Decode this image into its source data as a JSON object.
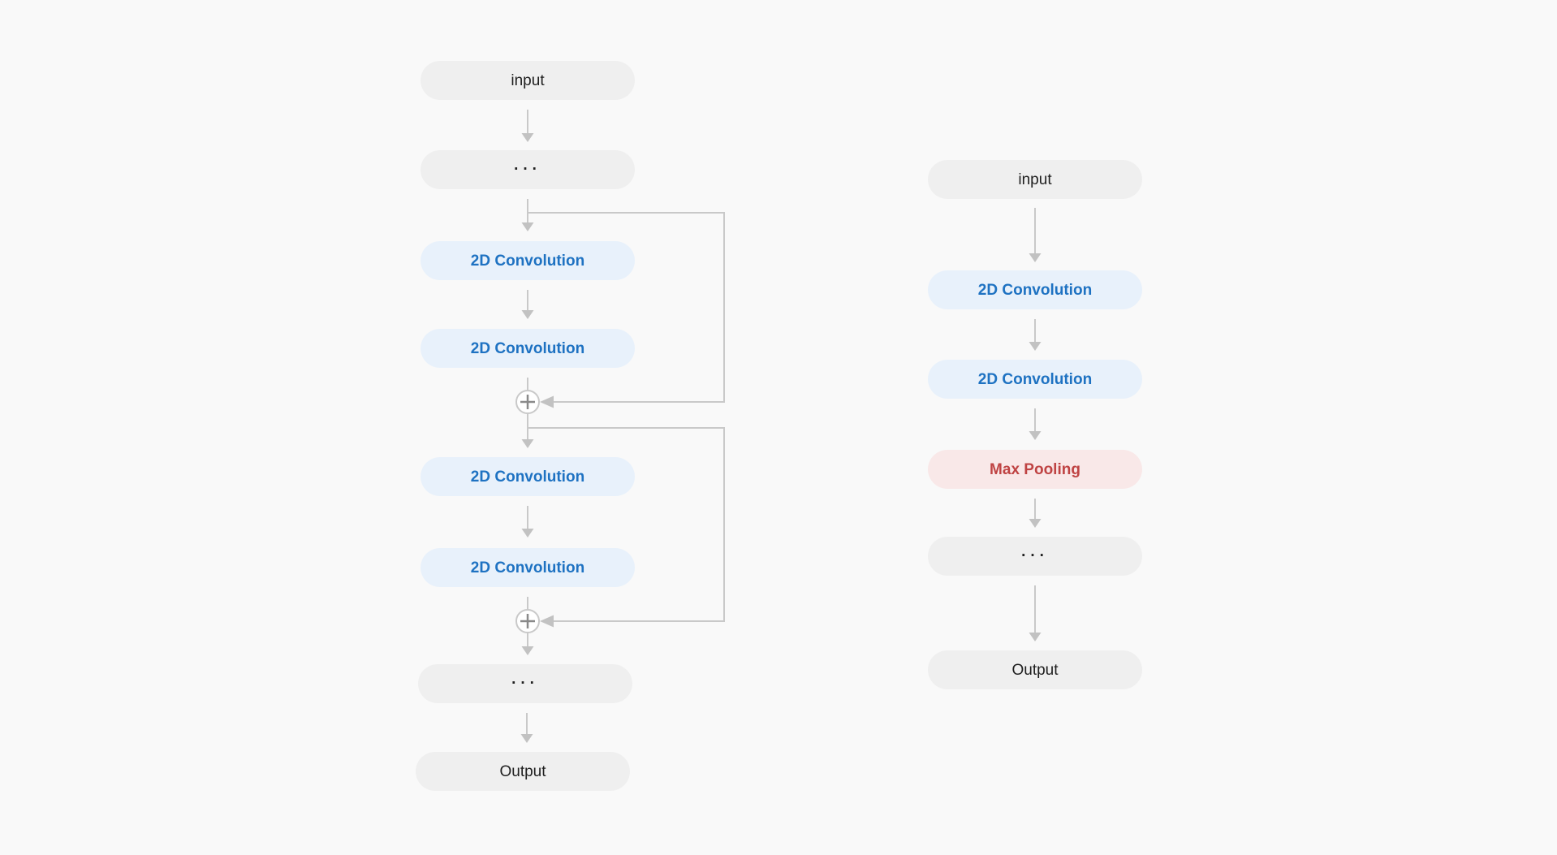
{
  "page": {
    "background_color": "#f9f9f9",
    "description_colors": {
      "gray_box_bg": "#efefef",
      "blue_box_bg": "#e8f1fb",
      "red_box_bg": "#f9e8e8",
      "dark_text": "#1f1f1f",
      "blue_text": "#1e72c2",
      "red_text": "#bf4343",
      "connector_line": "#c9c9c9",
      "arrowhead": "#c2c2c2",
      "plus_symbol": "#8a8a8a"
    },
    "icons": {
      "arrow": "down-arrow-icon",
      "skip_arrow": "left-arrow-icon",
      "add": "plus-in-circle-icon"
    }
  },
  "left_diagram": {
    "name": "residual-cnn",
    "nodes": [
      {
        "label": "input",
        "type": "io"
      },
      {
        "label": "...",
        "type": "ellipsis"
      },
      {
        "label": "2D Convolution",
        "type": "conv"
      },
      {
        "label": "2D Convolution",
        "type": "conv"
      },
      {
        "label": "+",
        "type": "add"
      },
      {
        "label": "2D Convolution",
        "type": "conv"
      },
      {
        "label": "2D Convolution",
        "type": "conv"
      },
      {
        "label": "+",
        "type": "add"
      },
      {
        "label": "...",
        "type": "ellipsis"
      },
      {
        "label": "Output",
        "type": "io"
      }
    ]
  },
  "right_diagram": {
    "name": "plain-cnn",
    "nodes": [
      {
        "label": "input",
        "type": "io"
      },
      {
        "label": "2D Convolution",
        "type": "conv"
      },
      {
        "label": "2D Convolution",
        "type": "conv"
      },
      {
        "label": "Max Pooling",
        "type": "pool"
      },
      {
        "label": "...",
        "type": "ellipsis"
      },
      {
        "label": "Output",
        "type": "io"
      }
    ]
  }
}
